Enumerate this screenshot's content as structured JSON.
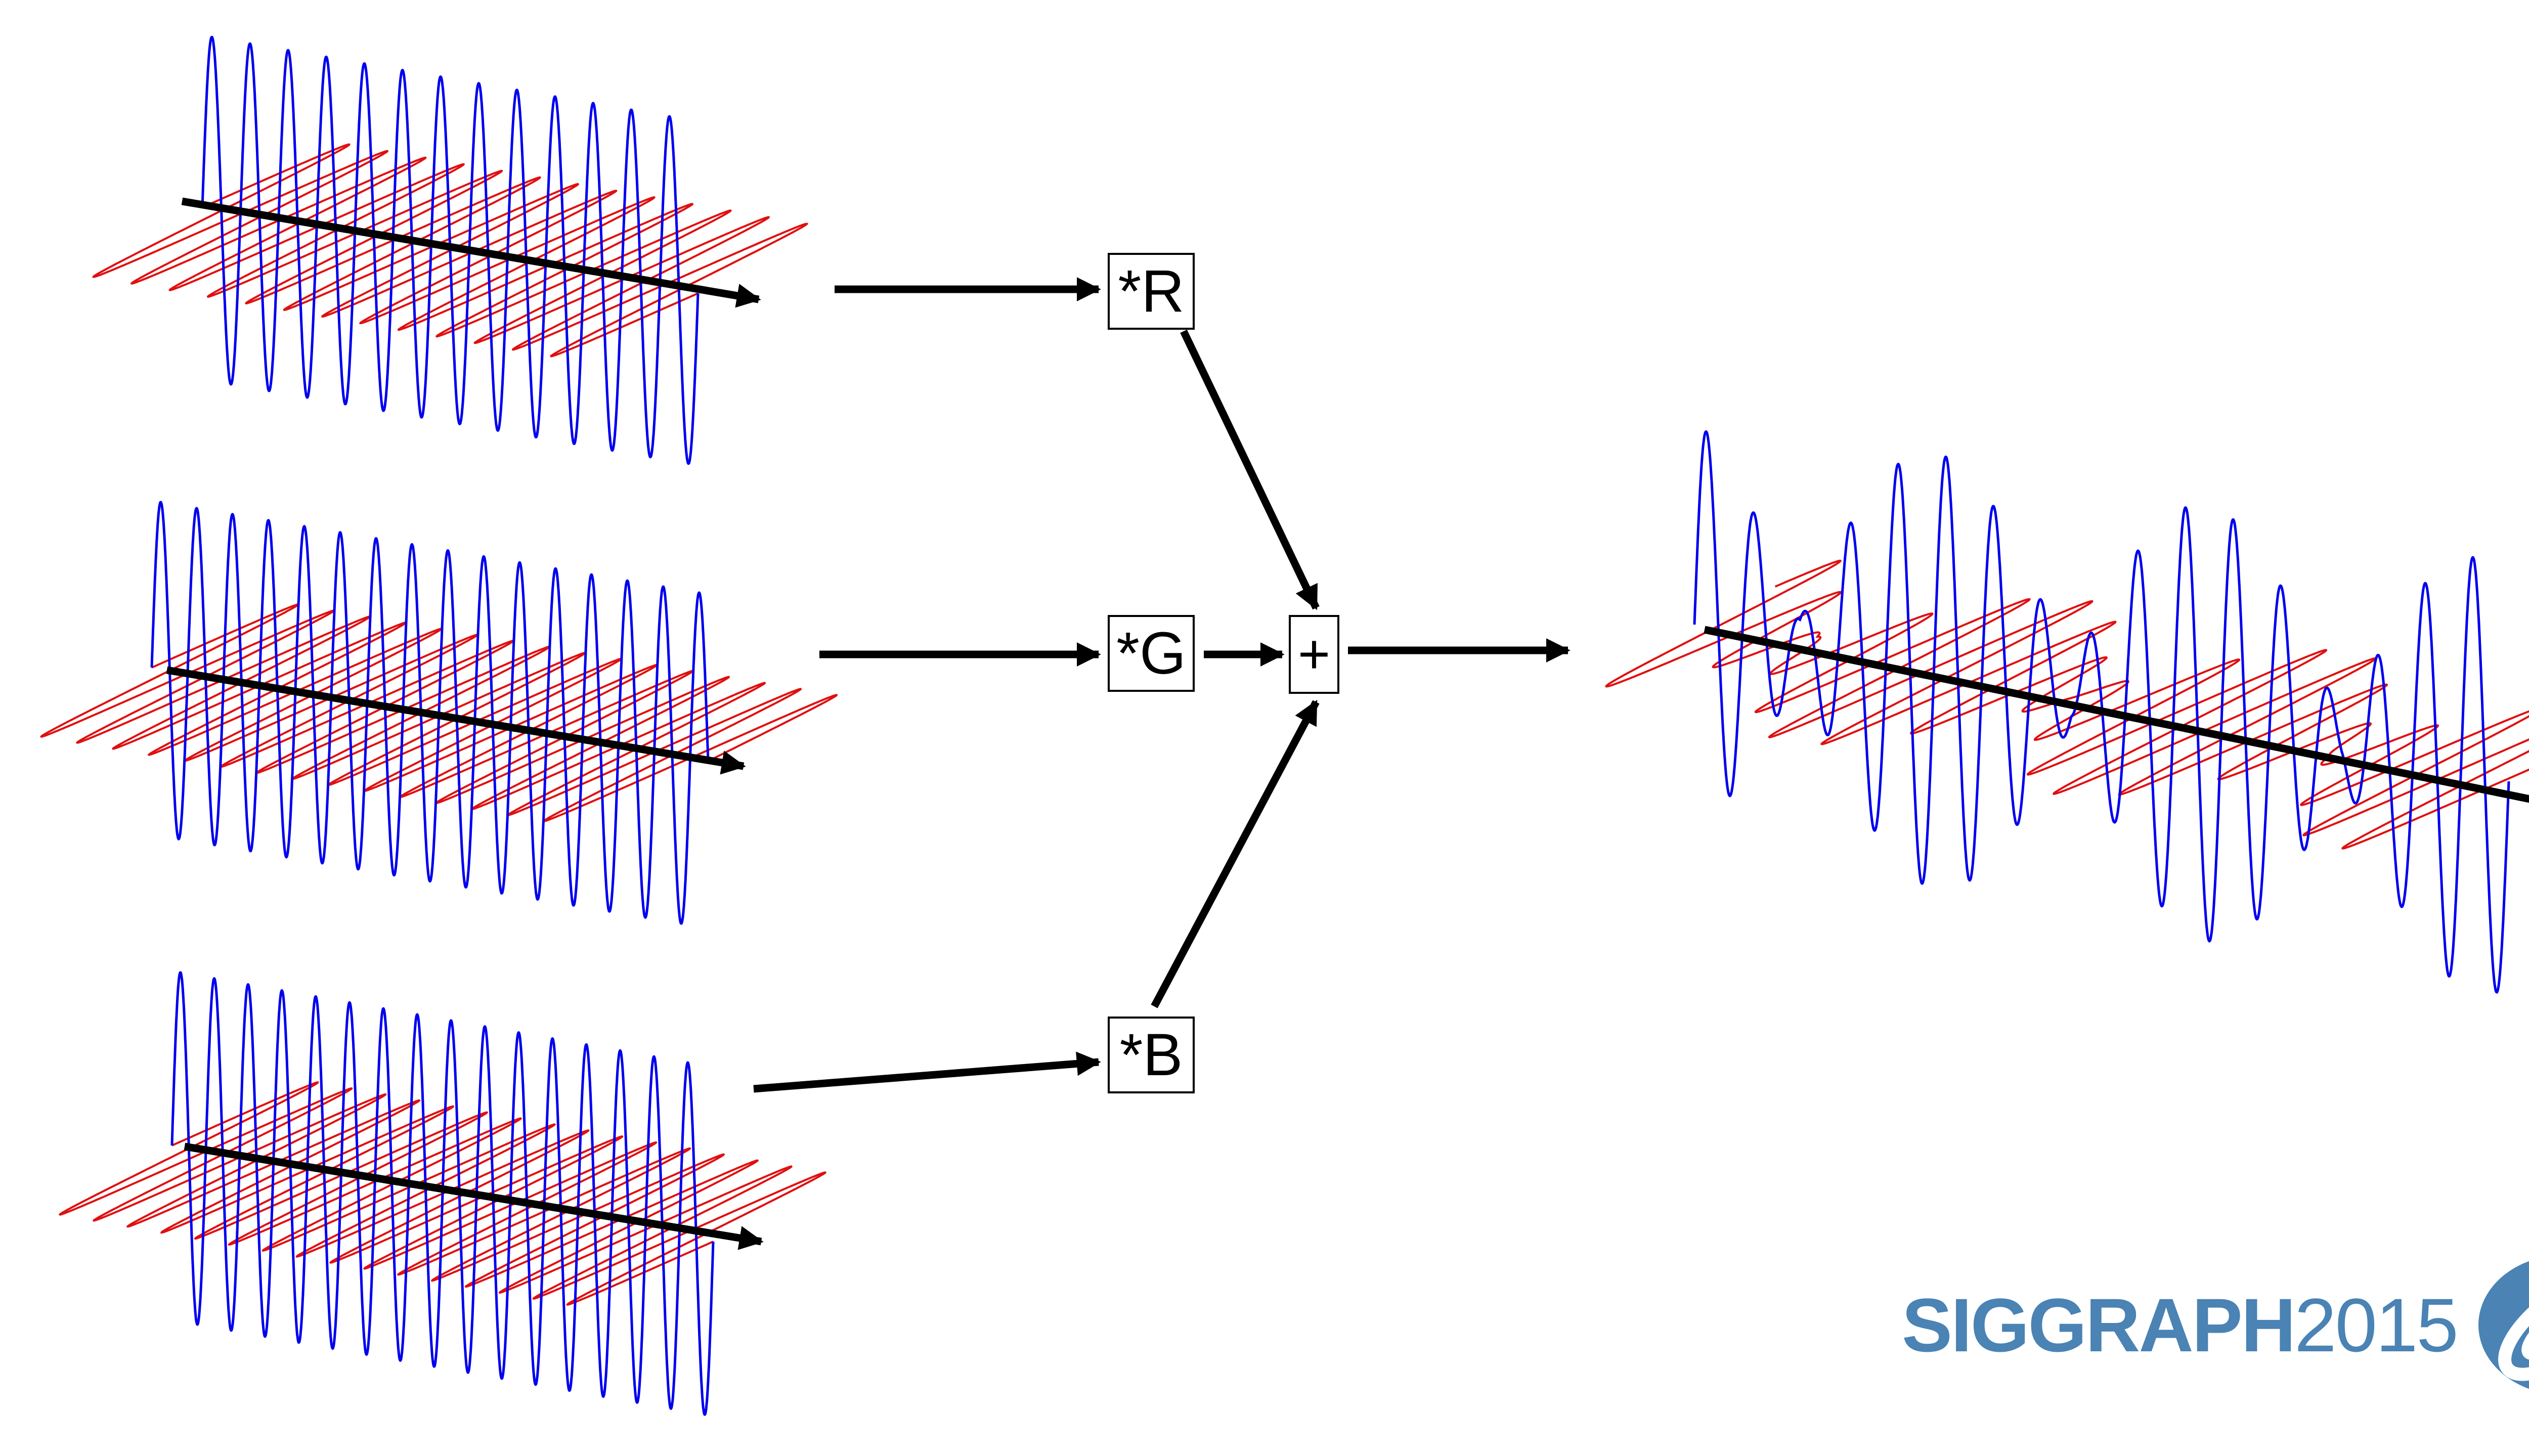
{
  "operators": {
    "red": "*R",
    "green": "*G",
    "blue": "*B",
    "sum": "+"
  },
  "logo": {
    "name": "SIGGRAPH",
    "year": "2015"
  },
  "colors": {
    "wave_electric": "#0000ee",
    "wave_magnetic": "#e01010",
    "axis": "#000000",
    "logo": "#4a83b4"
  }
}
